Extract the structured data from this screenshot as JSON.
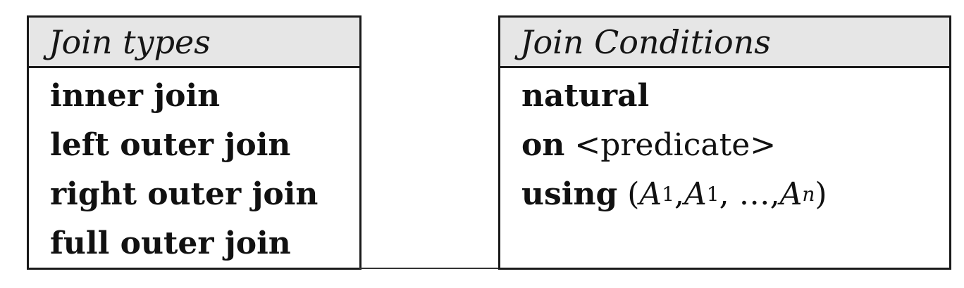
{
  "join_types": {
    "title": "Join types",
    "items": [
      "inner join",
      "left outer join",
      "right outer join",
      "full outer join"
    ]
  },
  "join_conditions": {
    "title": "Join Conditions",
    "natural": {
      "keyword": "natural"
    },
    "on": {
      "keyword": "on",
      "argument": "<predicate>"
    },
    "using": {
      "keyword": "using",
      "open_paren": "(",
      "attr1": "A",
      "attr1_sub": "1",
      "sep1": ", ",
      "attr2": "A",
      "attr2_sub": "1",
      "sep2": ", …, ",
      "attr3": "A",
      "attr3_sub": "n",
      "close_paren": ")"
    }
  }
}
